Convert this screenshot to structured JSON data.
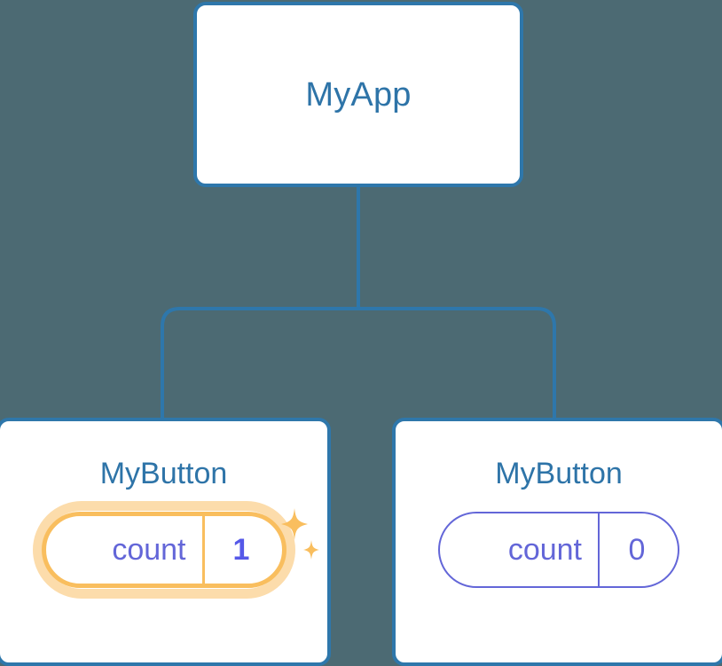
{
  "diagram": {
    "type": "component-tree",
    "background_color": "#4c6a73",
    "node_border_color": "#2e77ab",
    "node_title_color": "#2e74a8",
    "connector_color": "#2e77ab",
    "prop_text_color": "#6366d8",
    "highlight_border_color": "#f9be5e",
    "highlight_glow_color": "#fcdcab",
    "highlight_value_color": "#5558e8"
  },
  "root": {
    "title": "MyApp"
  },
  "children": [
    {
      "title": "MyButton",
      "prop": {
        "key": "count",
        "value": "1"
      },
      "highlighted": true,
      "sparkle_icon": "sparkles-icon"
    },
    {
      "title": "MyButton",
      "prop": {
        "key": "count",
        "value": "0"
      },
      "highlighted": false
    }
  ]
}
